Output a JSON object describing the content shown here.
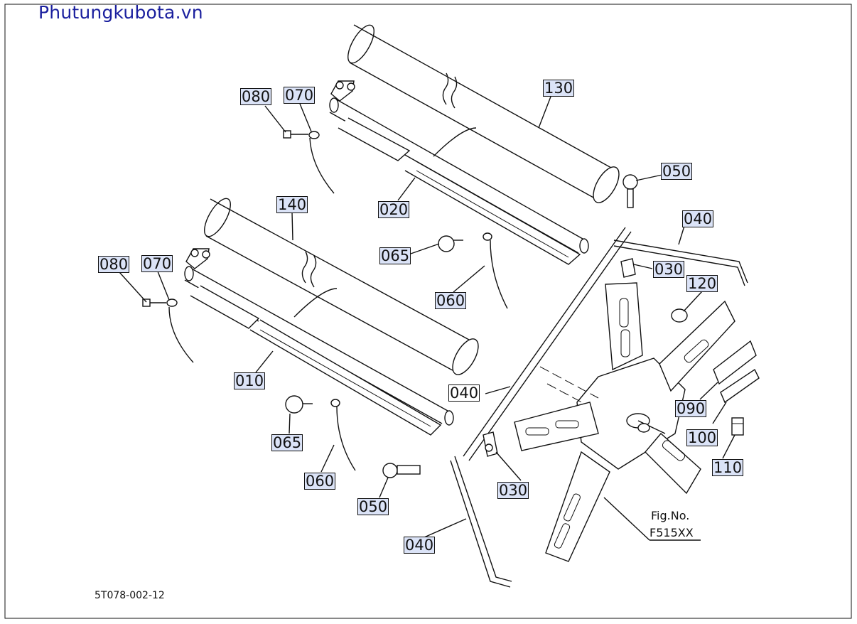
{
  "header": {
    "site_title": "Phutungkubota.vn"
  },
  "callouts": {
    "c130": "130",
    "c080_top": "080",
    "c070_top": "070",
    "c020": "020",
    "c050_top": "050",
    "c040_top": "040",
    "c065_top": "065",
    "c030_top": "030",
    "c060_top": "060",
    "c140": "140",
    "c080_left": "080",
    "c070_left": "070",
    "c120": "120",
    "c010": "010",
    "c040_mid": "040",
    "c090": "090",
    "c065_bottom": "065",
    "c100": "100",
    "c060_bottom": "060",
    "c110": "110",
    "c030_bottom": "030",
    "c050_bottom": "050",
    "c040_bottom": "040"
  },
  "figure": {
    "label": "Fig.No.",
    "number": "F515XX"
  },
  "footer": {
    "drawing_code": "5T078-002-12"
  }
}
